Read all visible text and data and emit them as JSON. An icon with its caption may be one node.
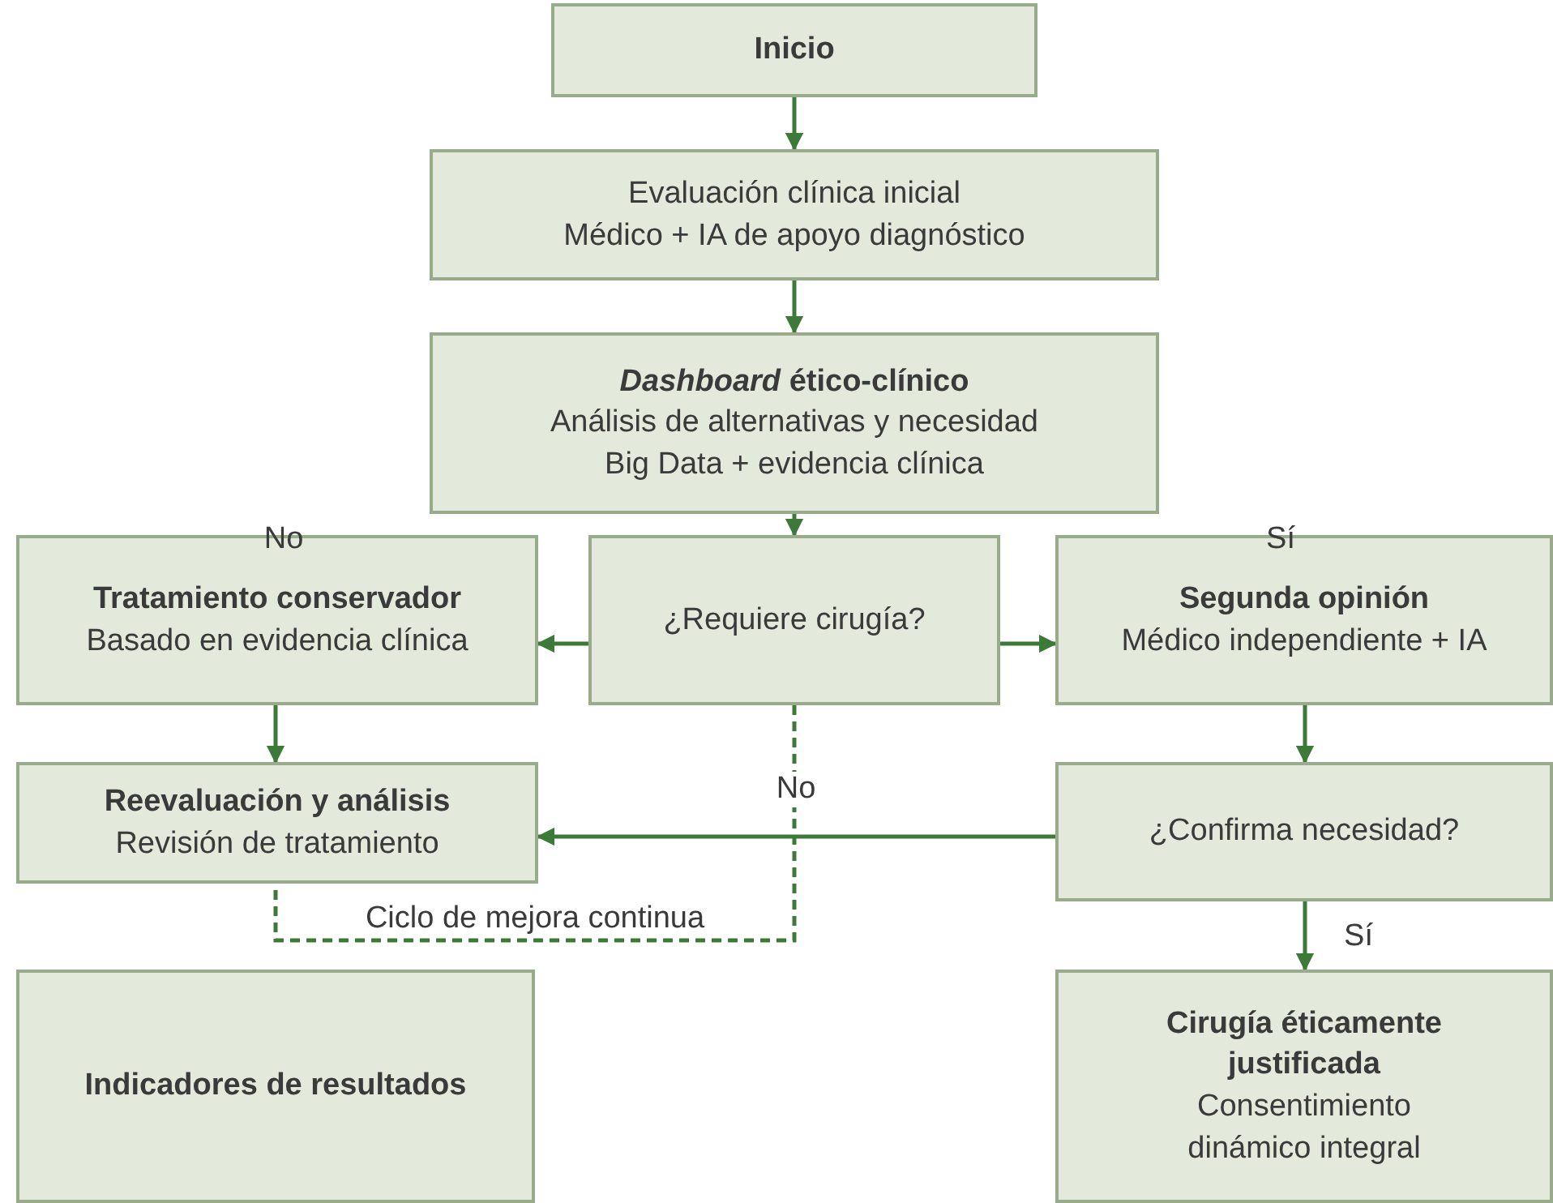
{
  "diagram": {
    "nodes": [
      {
        "text": [
          "Inicio"
        ]
      },
      {
        "text": [
          "Evaluación clínica inicial",
          "Médico + IA de apoyo diagnóstico"
        ]
      },
      {
        "text": [
          "*Dashboard* ético-clínico",
          "Análisis de alternativas y necesidad",
          "Big Data + evidencia clínica"
        ]
      },
      {
        "text": [
          "Tratamiento conservador",
          "Basado en evidencia clínica"
        ]
      },
      {
        "text": [
          "¿Requiere cirugía?"
        ]
      },
      {
        "text": [
          "Segunda opinión",
          "Médico independiente + IA"
        ]
      },
      {
        "text": [
          "Reevaluación y análisis",
          "Revisión de tratamiento"
        ]
      },
      {
        "text": [
          "¿Confirma necesidad?"
        ]
      },
      {
        "text": [
          "Indicadores de resultados"
        ]
      },
      {
        "text": [
          "Cirugía éticamente justificada",
          "Consentimiento dinámico integral"
        ]
      }
    ],
    "edges": [
      {
        "from": 0,
        "to": 1,
        "arrow": "to"
      },
      {
        "from": 1,
        "to": 2,
        "arrow": "to"
      },
      {
        "from": 2,
        "to": 4,
        "arrow": "to"
      },
      {
        "from": 4,
        "to": 3,
        "arrow": "to"
      },
      {
        "from": 4,
        "to": 5,
        "arrow": "to"
      },
      {
        "from": 3,
        "to": 6,
        "arrow": "to"
      },
      {
        "from": 5,
        "to": 7,
        "arrow": "to"
      },
      {
        "from": 7,
        "to": 6,
        "arrow": "to",
        "label": "No"
      },
      {
        "from": 7,
        "to": 9,
        "arrow": "to",
        "label": "Sí"
      },
      {
        "from": 4,
        "to": 6,
        "arrow": "none",
        "label": "Ciclo de mejora continua",
        "style": "dashed"
      }
    ],
    "labels": [
      "No",
      "Sí"
    ]
  }
}
